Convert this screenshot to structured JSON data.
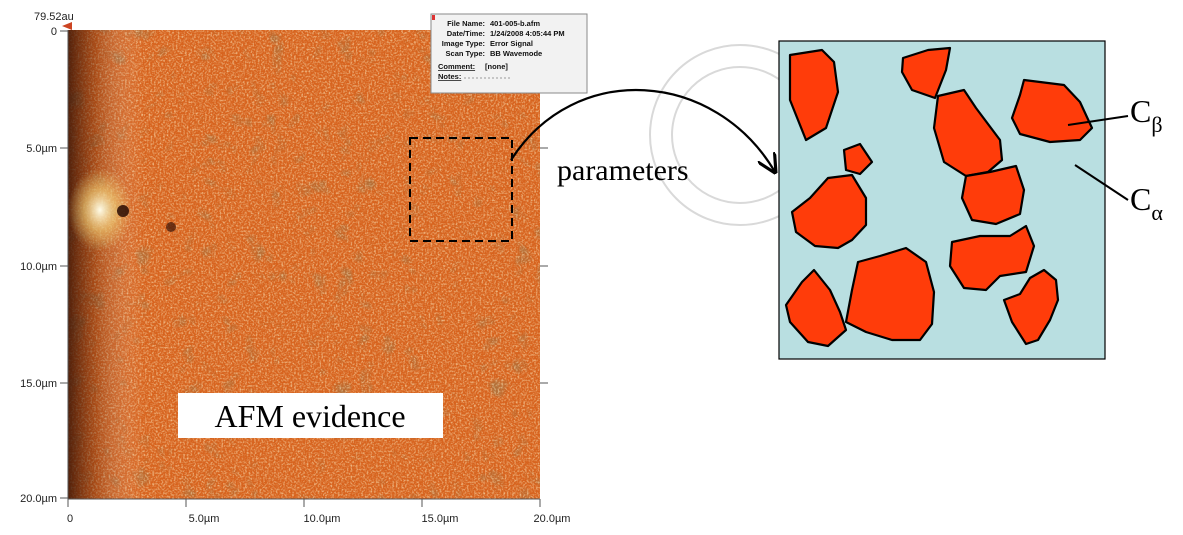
{
  "afm": {
    "max_height": "79.52au",
    "y_ticks": [
      "0",
      "5.0µm",
      "10.0µm",
      "15.0µm",
      "20.0µm"
    ],
    "x_ticks": [
      "0",
      "5.0µm",
      "10.0µm",
      "15.0µm",
      "20.0µm"
    ],
    "info_box": {
      "file_name_label": "File Name:",
      "file_name": "401-005-b.afm",
      "date_label": "Date/Time:",
      "date": "1/24/2008  4:05:44 PM",
      "image_type_label": "Image Type:",
      "image_type": "Error Signal",
      "scan_type_label": "Scan Type:",
      "scan_type": "BB Wavemode",
      "comment_label": "Comment:",
      "comment": "[none]",
      "notes_label": "Notes:"
    },
    "caption": "AFM evidence"
  },
  "arrow_label": "parameters",
  "schematic": {
    "label_beta_base": "C",
    "label_beta_sub": "β",
    "label_alpha_base": "C",
    "label_alpha_sub": "α"
  },
  "colors": {
    "afm_base": "#d7631e",
    "afm_light": "#f6c66a",
    "afm_dark": "#8a3510",
    "phase_matrix": "#b9dfe1",
    "phase_particle": "#ff3c0a",
    "watermark": "#d9d9d9"
  }
}
